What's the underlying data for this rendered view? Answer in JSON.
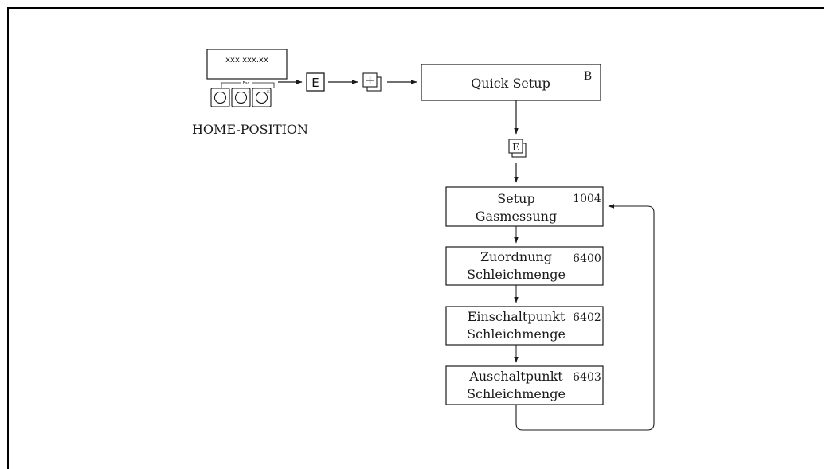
{
  "device": {
    "display_text": "xxx.xxx.xx",
    "esc_label": "Esc",
    "caption": "HOME-POSITION"
  },
  "keys": {
    "enter_letter": "E",
    "plus_symbol": "+"
  },
  "quick_setup": {
    "title": "Quick Setup",
    "marker": "B"
  },
  "steps": [
    {
      "line1": "Setup",
      "line2": "Gasmessung",
      "code": "1004"
    },
    {
      "line1": "Zuordnung",
      "line2": "Schleichmenge",
      "code": "6400"
    },
    {
      "line1": "Einschaltpunkt",
      "line2": "Schleichmenge",
      "code": "6402"
    },
    {
      "line1": "Auschaltpunkt",
      "line2": "Schleichmenge",
      "code": "6403"
    }
  ]
}
